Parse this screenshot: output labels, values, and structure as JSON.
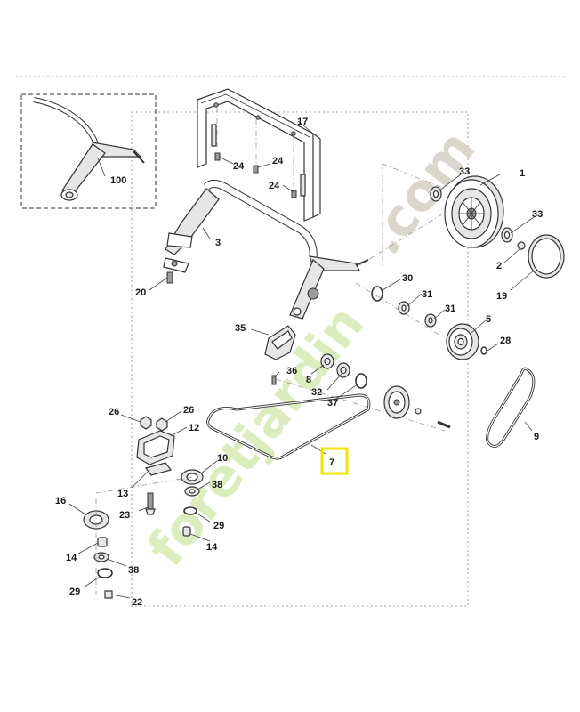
{
  "watermark": {
    "part1": "foretjardin",
    "part2": ".com"
  },
  "highlight": {
    "color": "#f2e600",
    "part": "7"
  },
  "callouts": {
    "c1": "1",
    "c2": "2",
    "c3": "3",
    "c5": "5",
    "c7": "7",
    "c8": "8",
    "c9": "9",
    "c10": "10",
    "c12": "12",
    "c13": "13",
    "c14a": "14",
    "c14b": "14",
    "c16": "16",
    "c17": "17",
    "c19": "19",
    "c20": "20",
    "c22": "22",
    "c23": "23",
    "c24a": "24",
    "c24b": "24",
    "c24c": "24",
    "c26a": "26",
    "c26b": "26",
    "c28": "28",
    "c29a": "29",
    "c29b": "29",
    "c30": "30",
    "c31a": "31",
    "c31b": "31",
    "c32": "32",
    "c33a": "33",
    "c33b": "33",
    "c35": "35",
    "c36": "36",
    "c37": "37",
    "c38a": "38",
    "c38b": "38",
    "c100": "100"
  }
}
